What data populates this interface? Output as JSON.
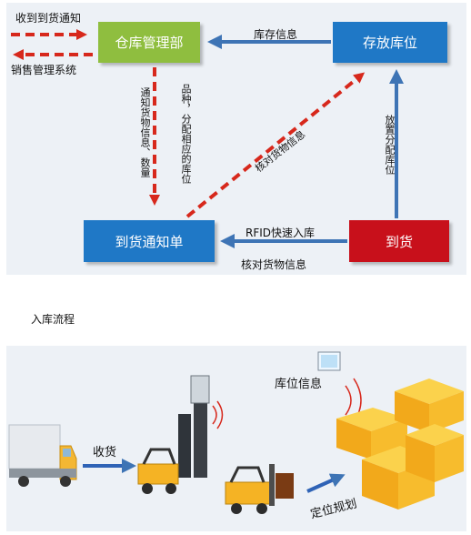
{
  "diagram": {
    "nodes": {
      "warehouse_dept": "仓库管理部",
      "storage_location": "存放库位",
      "arrival_notice": "到货通知单",
      "arrival": "到货"
    },
    "edge_labels": {
      "receive_notice": "收到到货通知",
      "sales_system": "销售管理系统",
      "inventory_info": "库存信息",
      "rfid_inbound": "RFID快速入库",
      "check_goods": "核对货物信息",
      "location_alloc": "放置分配库位",
      "match_goods": "核对货物信息",
      "notify_sort": "通知货物信息、数量",
      "sort_allocate": "品种，分配相应的库位"
    }
  },
  "section_title": "入库流程",
  "process": {
    "receive_goods": "收货",
    "location_info": "库位信息",
    "locate_plan": "定位规划"
  },
  "colors": {
    "green_box": "#8fbe3f",
    "blue_box": "#1f78c6",
    "red_box": "#c8101b",
    "dashed_arrow": "#d7281c",
    "solid_arrow": "#3e74b5",
    "box_yellow": "#f7b32b"
  }
}
